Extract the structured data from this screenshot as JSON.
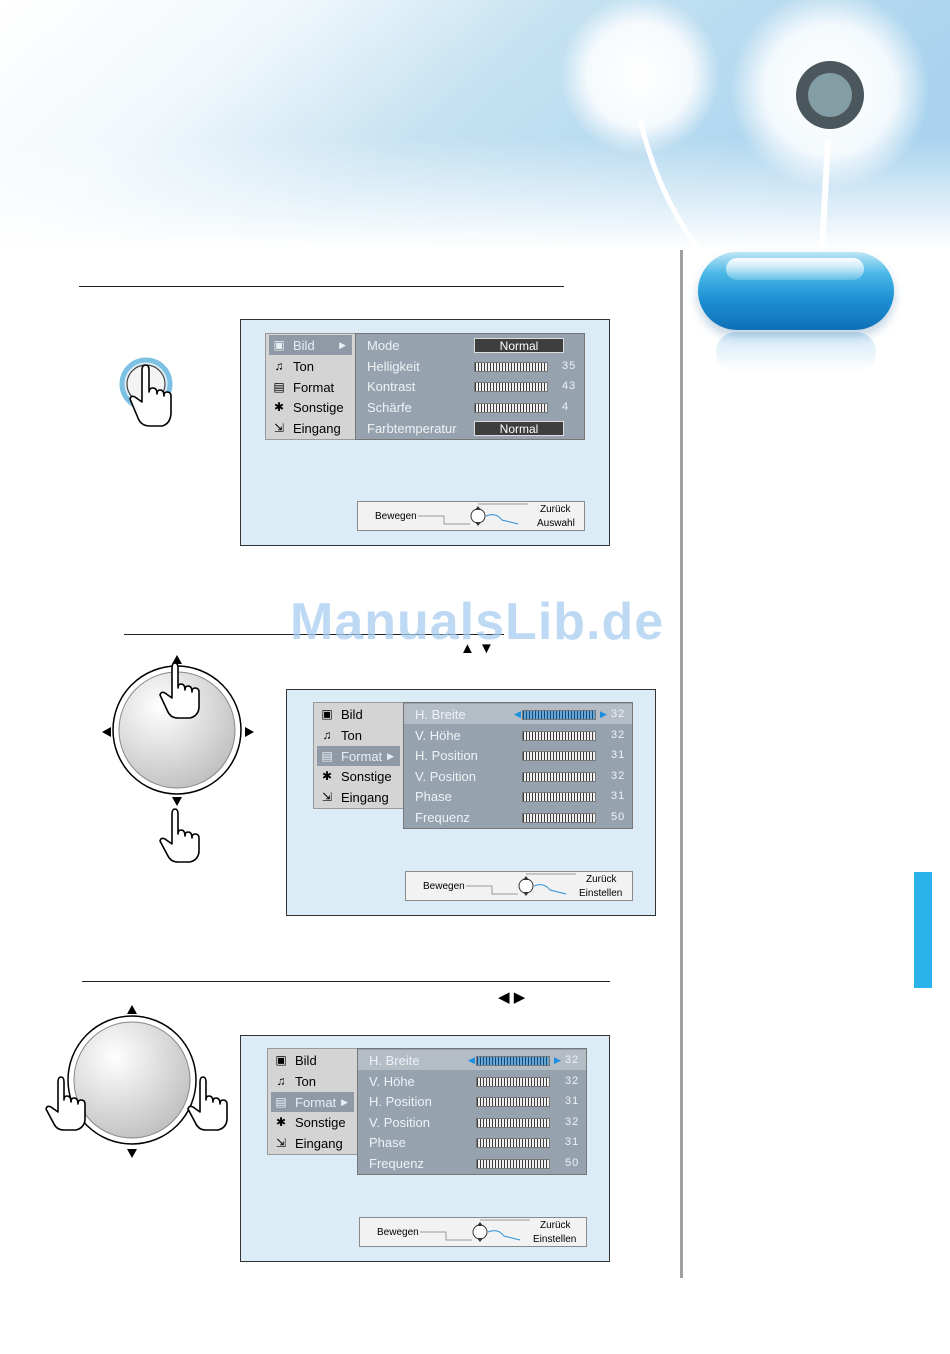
{
  "watermark": "ManualsLib.de",
  "arrows_updown": "▲ ▼",
  "arrows_leftright": "◀ ▶",
  "screen1": {
    "menu": [
      {
        "label": "Bild",
        "selected": true
      },
      {
        "label": "Ton"
      },
      {
        "label": "Format"
      },
      {
        "label": "Sonstige"
      },
      {
        "label": "Eingang"
      }
    ],
    "items": [
      {
        "label": "Mode",
        "box": "Normal"
      },
      {
        "label": "Helligkeit",
        "value": "35"
      },
      {
        "label": "Kontrast",
        "value": "43"
      },
      {
        "label": "Schärfe",
        "value": "4"
      },
      {
        "label": "Farbtemperatur",
        "box": "Normal"
      }
    ],
    "guide": {
      "move": "Bewegen",
      "back": "Zurück",
      "select": "Auswahl"
    }
  },
  "screen2": {
    "menu": [
      {
        "label": "Bild"
      },
      {
        "label": "Ton"
      },
      {
        "label": "Format",
        "selected": true
      },
      {
        "label": "Sonstige"
      },
      {
        "label": "Eingang"
      }
    ],
    "items": [
      {
        "label": "H. Breite",
        "value": "32",
        "selected": true
      },
      {
        "label": "V. Höhe",
        "value": "32"
      },
      {
        "label": "H. Position",
        "value": "31"
      },
      {
        "label": "V. Position",
        "value": "32"
      },
      {
        "label": "Phase",
        "value": "31"
      },
      {
        "label": "Frequenz",
        "value": "50"
      }
    ],
    "guide": {
      "move": "Bewegen",
      "back": "Zurück",
      "select": "Einstellen"
    }
  },
  "screen3": {
    "menu": [
      {
        "label": "Bild"
      },
      {
        "label": "Ton"
      },
      {
        "label": "Format",
        "selected": true
      },
      {
        "label": "Sonstige"
      },
      {
        "label": "Eingang"
      }
    ],
    "items": [
      {
        "label": "H. Breite",
        "value": "32",
        "selected": true
      },
      {
        "label": "V. Höhe",
        "value": "32"
      },
      {
        "label": "H. Position",
        "value": "31"
      },
      {
        "label": "V. Position",
        "value": "32"
      },
      {
        "label": "Phase",
        "value": "31"
      },
      {
        "label": "Frequenz",
        "value": "50"
      }
    ],
    "guide": {
      "move": "Bewegen",
      "back": "Zurück",
      "select": "Einstellen"
    }
  },
  "icons": {
    "menu": [
      "picture-icon",
      "sound-icon",
      "format-icon",
      "misc-icon",
      "input-icon"
    ],
    "hand": "pointing-hand-icon",
    "dial": "control-dial-icon"
  },
  "colors": {
    "accent": "#29b3ea",
    "screen_bg": "#dbecf7",
    "menu_sel": "#8f9aa6"
  }
}
